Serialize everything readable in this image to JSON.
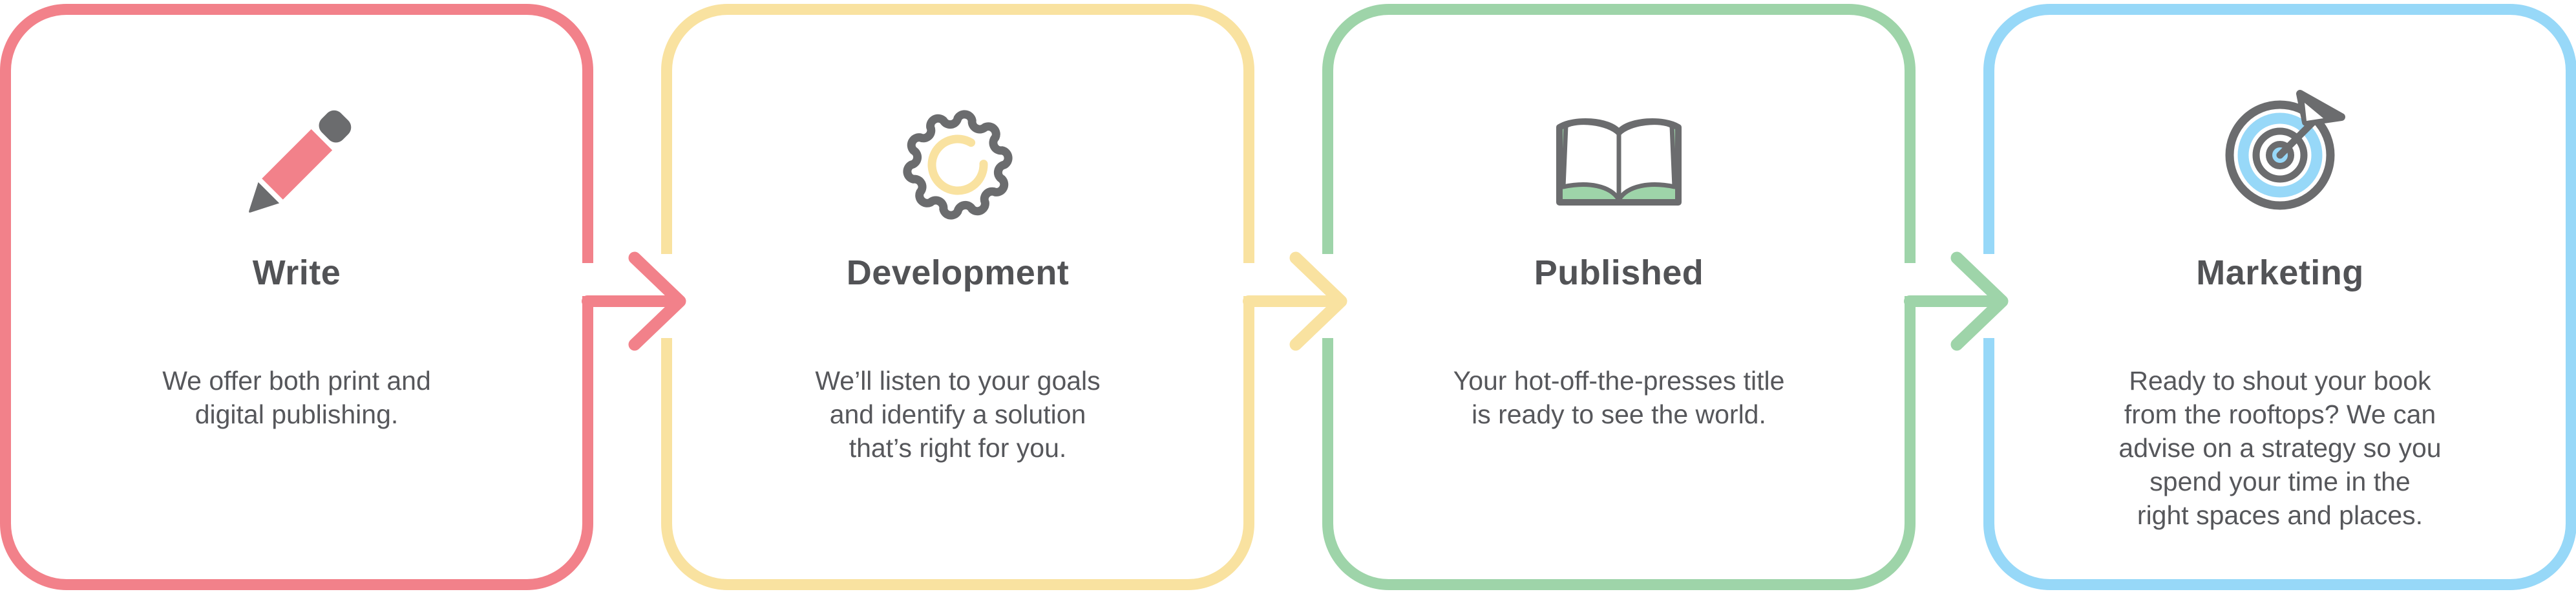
{
  "colors": {
    "background": "#ffffff",
    "title_text": "#525356",
    "body_text": "#56575b",
    "icon_gray": "#6b6c6e"
  },
  "steps": [
    {
      "id": "write",
      "title": "Write",
      "description": "We offer both print and\ndigital publishing.",
      "color": "#f2818a",
      "icon": "pencil-icon"
    },
    {
      "id": "development",
      "title": "Development",
      "description": "We’ll listen to your goals\nand identify a solution\nthat’s right for you.",
      "color": "#f9e2a0",
      "icon": "gear-icon"
    },
    {
      "id": "published",
      "title": "Published",
      "description": "Your hot-off-the-presses title\nis ready to see the world.",
      "color": "#9ed4a9",
      "icon": "open-book-icon"
    },
    {
      "id": "marketing",
      "title": "Marketing",
      "description": "Ready to shout your book\nfrom the rooftops? We can\nadvise on a strategy so you\nspend your time in the\nright spaces and places.",
      "color": "#97d8f8",
      "icon": "target-icon"
    }
  ],
  "connectors": [
    {
      "from": "write",
      "to": "development",
      "color": "#f2818a"
    },
    {
      "from": "development",
      "to": "published",
      "color": "#f9e2a0"
    },
    {
      "from": "published",
      "to": "marketing",
      "color": "#9ed4a9"
    }
  ]
}
